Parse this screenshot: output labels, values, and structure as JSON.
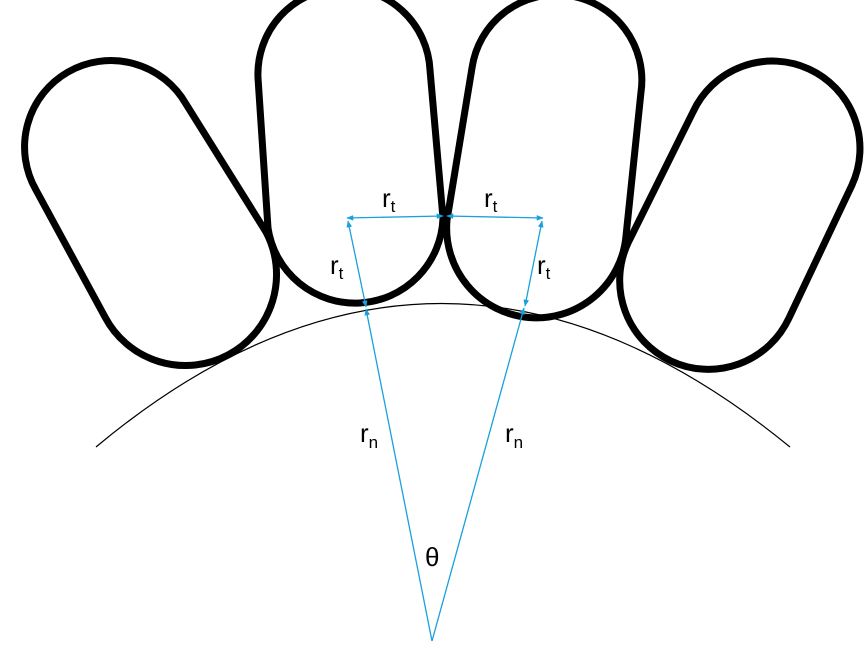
{
  "diagram": {
    "labels": {
      "rt_left_horizontal": "r",
      "rt_right_horizontal": "r",
      "rt_left_vertical": "r",
      "rt_right_vertical": "r",
      "rt_subscript": "t",
      "rn_left": "r",
      "rn_right": "r",
      "rn_subscript": "n",
      "theta": "θ"
    },
    "colors": {
      "outline": "#000000",
      "dimension": "#1aa0dc"
    },
    "slot_count": 4
  }
}
